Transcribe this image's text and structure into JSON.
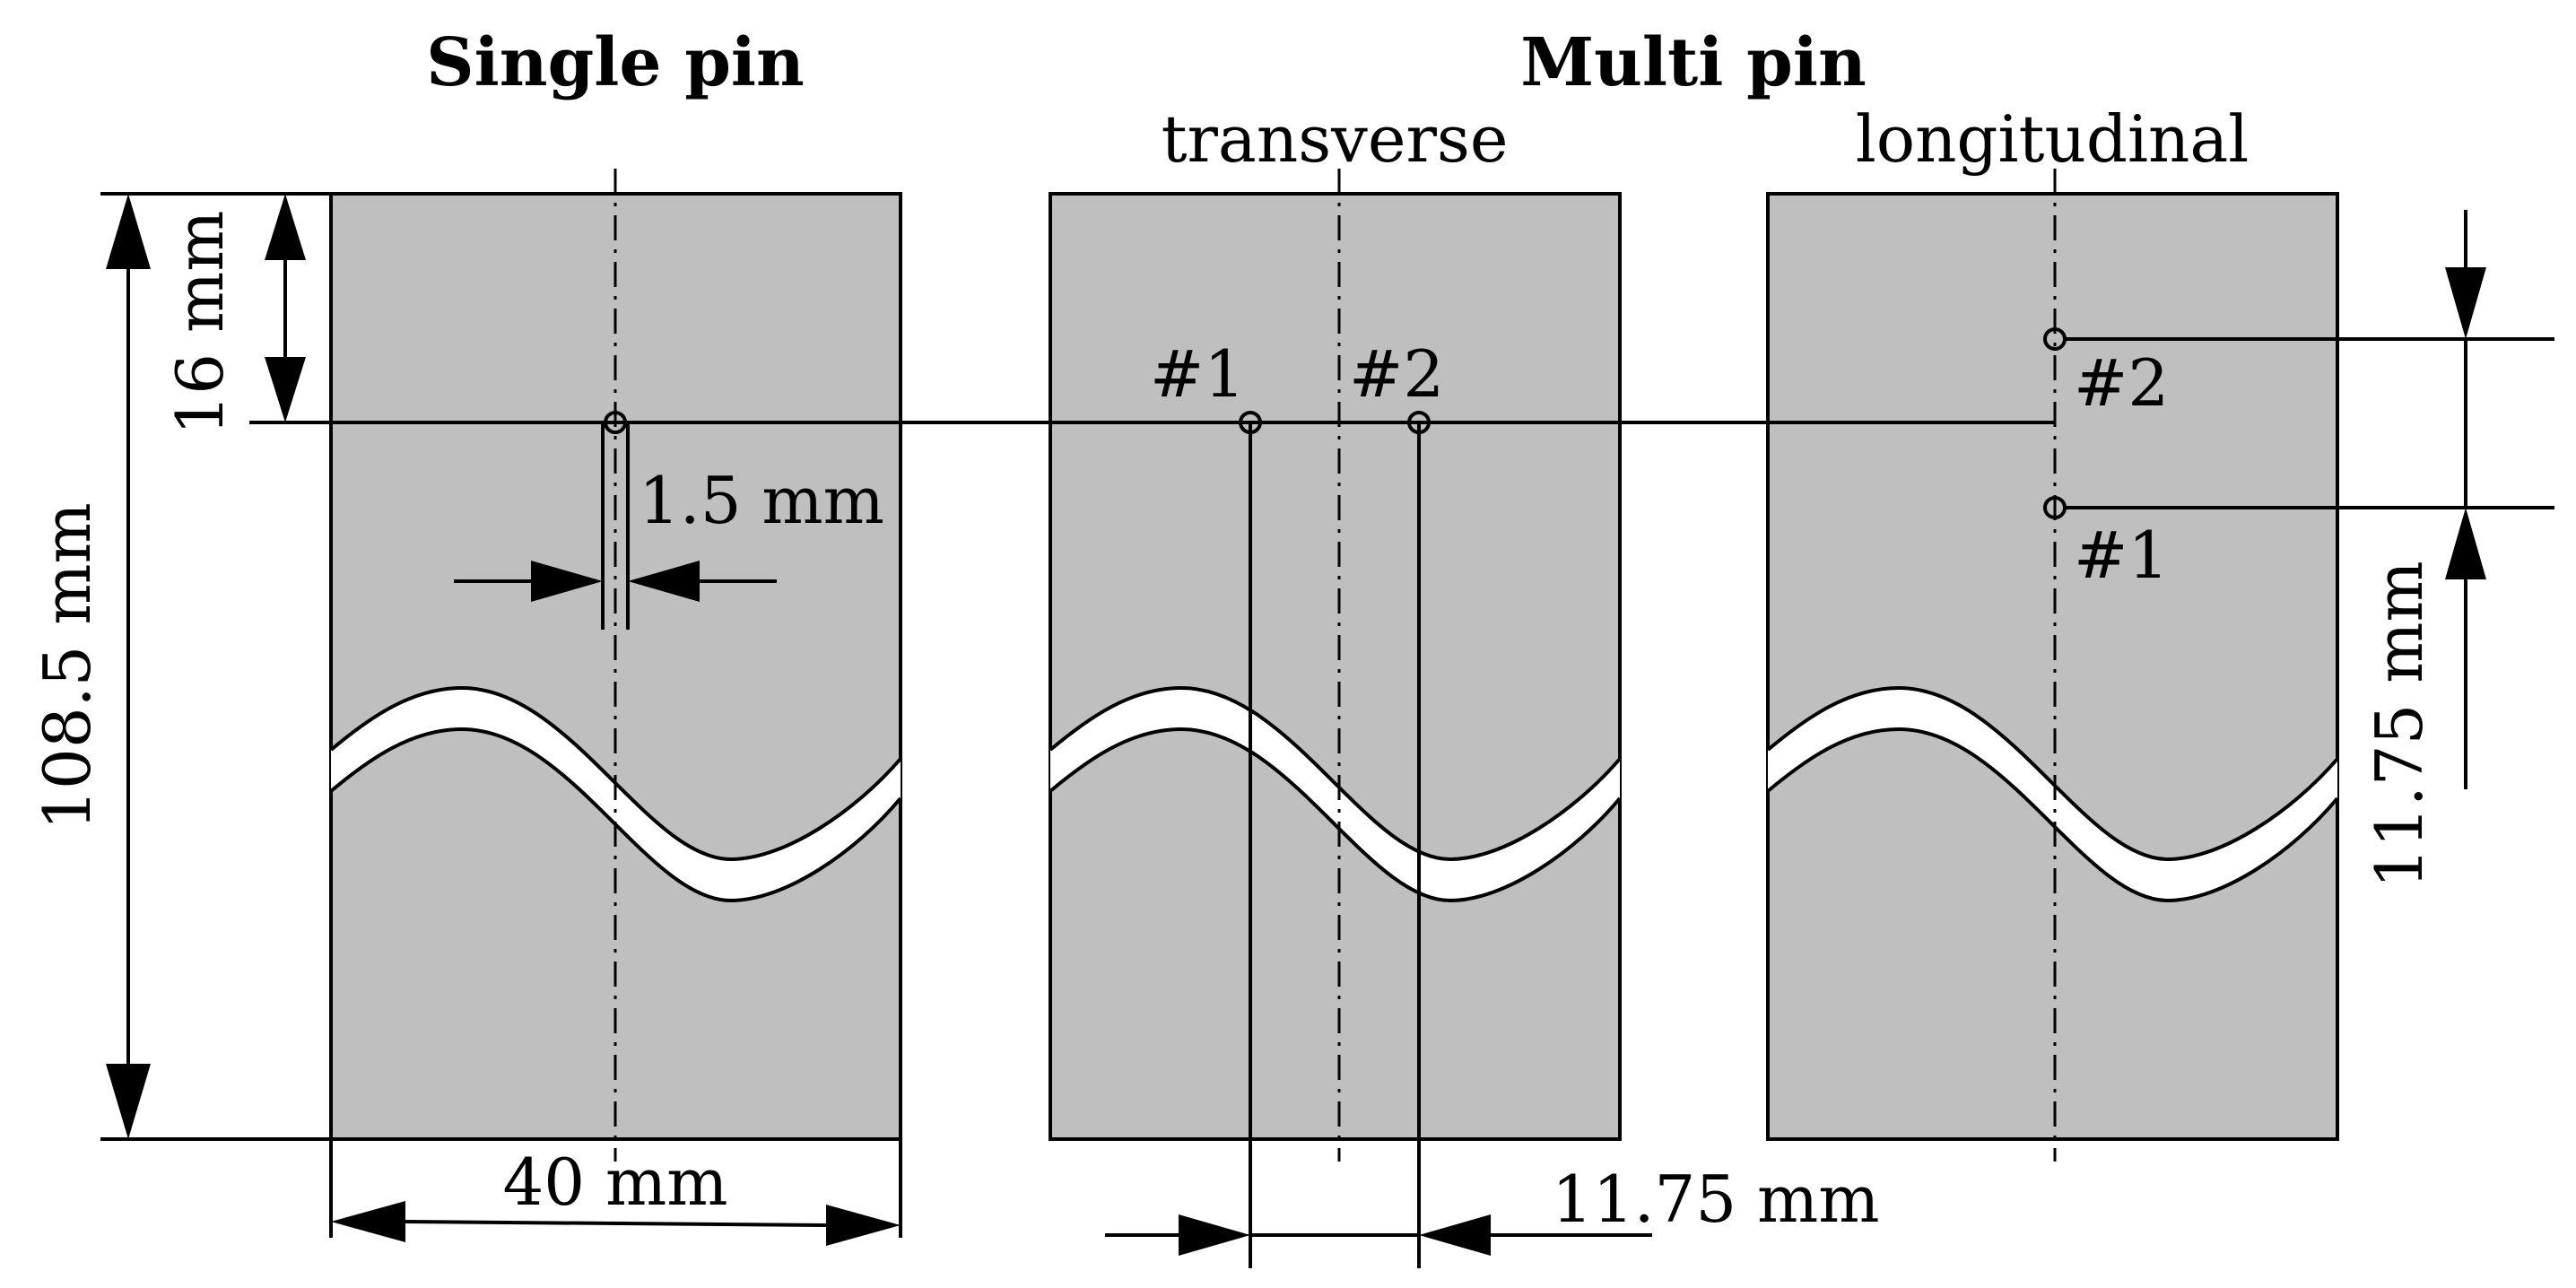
{
  "titles": {
    "single_pin": "Single pin",
    "multi_pin": "Multi pin",
    "transverse": "transverse",
    "longitudinal": "longitudinal"
  },
  "dimensions": {
    "overall_length": "108.5 mm",
    "pin_offset": "16 mm",
    "pin_diameter": "1.5 mm",
    "width": "40 mm",
    "transverse_spacing": "11.75 mm",
    "longitudinal_spacing": "11.75 mm"
  },
  "pin_labels": {
    "transverse_first": "#1",
    "transverse_second": "#2",
    "longitudinal_second": "#2",
    "longitudinal_first": "#1"
  },
  "colors": {
    "specimen_fill": "#bfbfbf",
    "line": "#000000",
    "background": "#ffffff"
  }
}
